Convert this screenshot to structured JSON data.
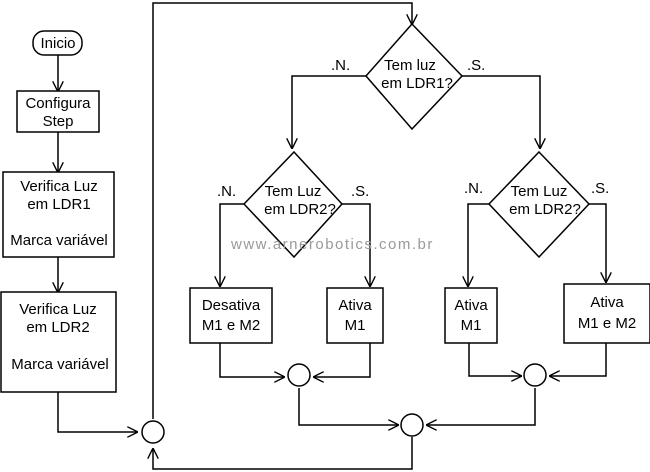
{
  "nodes": {
    "inicio": "Inicio",
    "configura_l1": "Configura",
    "configura_l2": "Step",
    "verifica1_l1": "Verifica Luz",
    "verifica1_l2": "em LDR1",
    "verifica1_l3": "Marca variável",
    "verifica2_l1": "Verifica Luz",
    "verifica2_l2": "em LDR2",
    "verifica2_l3": "Marca variável",
    "dec1_l1": "Tem luz",
    "dec1_l2": "em LDR1?",
    "dec2_l1": "Tem Luz",
    "dec2_l2": "em LDR2?",
    "dec3_l1": "Tem Luz",
    "dec3_l2": "em LDR2?",
    "desativa_l1": "Desativa",
    "desativa_l2": "M1 e M2",
    "ativa_a_l1": "Ativa",
    "ativa_a_l2": "M1",
    "ativa_b_l1": "Ativa",
    "ativa_b_l2": "M1",
    "ativa_c_l1": "Ativa",
    "ativa_c_l2": "M1 e M2"
  },
  "branch_labels": {
    "no": ".N.",
    "yes": ".S."
  },
  "watermark": "www.arnerobotics.com.br"
}
